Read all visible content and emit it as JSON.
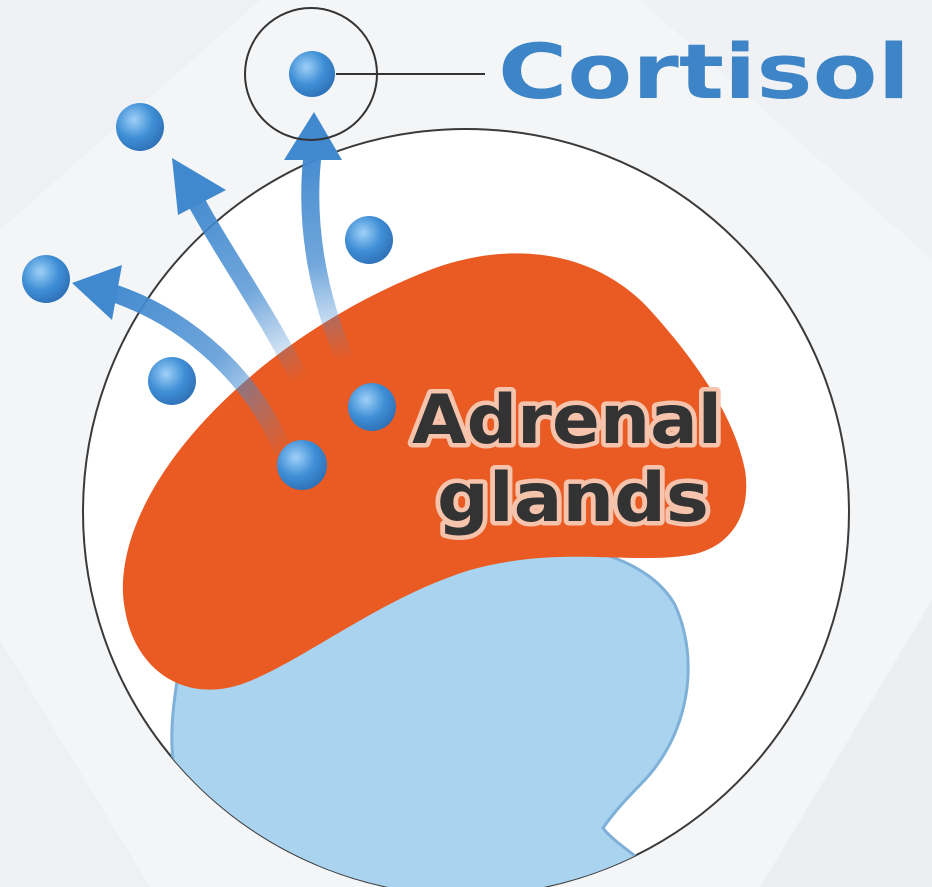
{
  "labels": {
    "hormone": "Cortisol",
    "organ_line1": "Adrenal",
    "organ_line2": "glands"
  },
  "colors": {
    "background": "#f4f5f7",
    "hormone_text": "#3d85c6",
    "organ": "#e95b23",
    "kidney": "#a9d3ef",
    "kidney_outline": "#7fb0d8",
    "molecule": "#3f8fd6",
    "arrow": "#4189cf",
    "organ_text": "#333333",
    "organ_text_halo": "#f6c4ad",
    "outline": "#333333"
  },
  "icons": {
    "molecule": "cortisol-molecule-icon",
    "arrow": "secretion-arrow-icon"
  }
}
